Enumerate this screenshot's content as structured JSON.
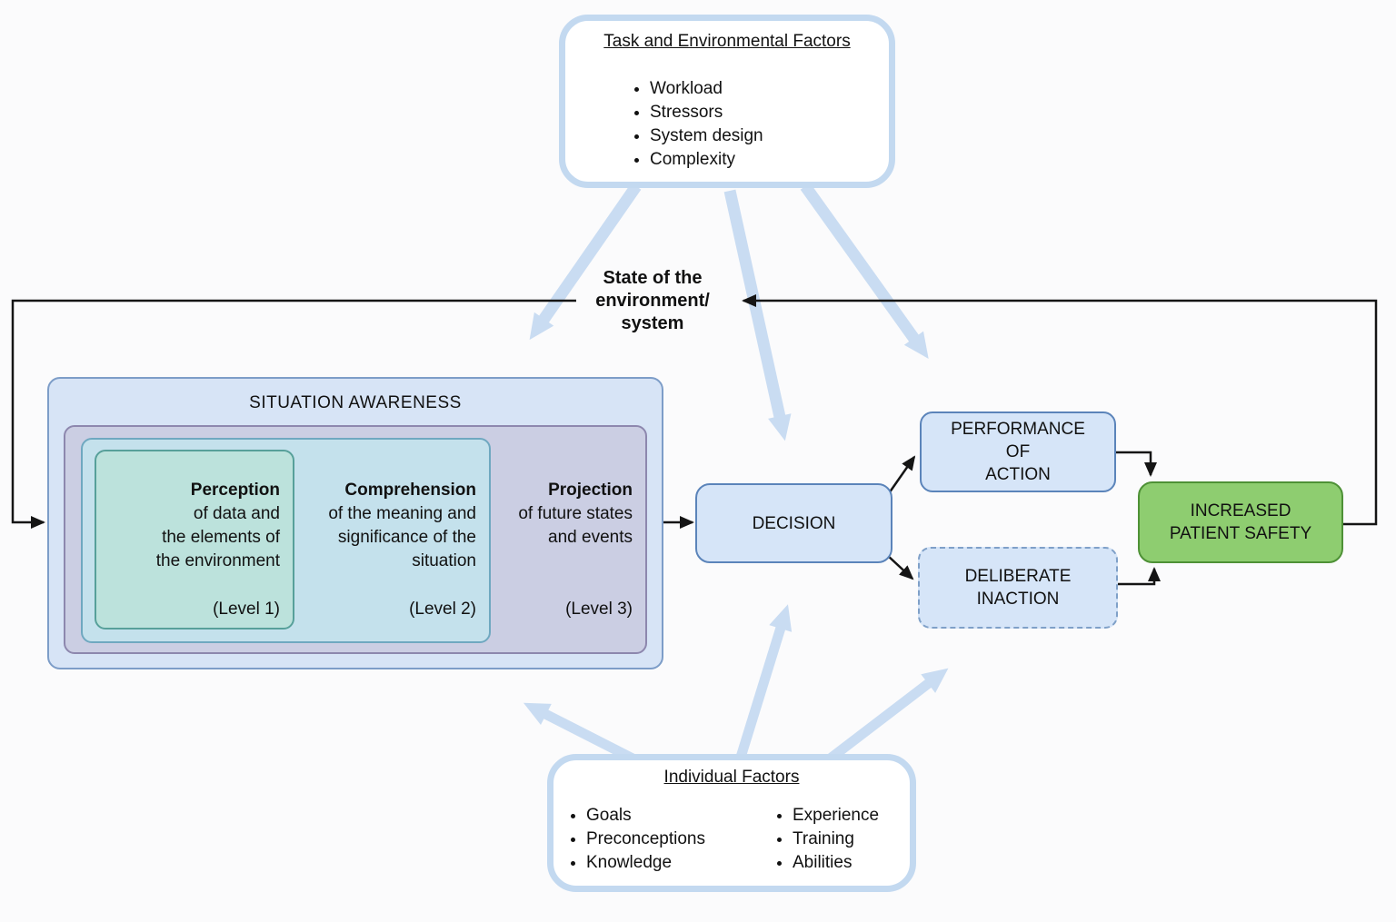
{
  "colors": {
    "factor-border": "#c3d9f0",
    "arrow-blue": "#c9dcf2",
    "sa-fill": "#d7e4f6",
    "sa-border": "#7d9dc8",
    "level3-fill": "#cbcee3",
    "level3-border": "#8d87ae",
    "level2-fill": "#c4e1ec",
    "level2-border": "#6fa8c0",
    "level1-fill": "#bce2dc",
    "level1-border": "#57a09a",
    "node-fill": "#d6e5f8",
    "node-border": "#5b84ba",
    "dashed-border": "#7fa0c8",
    "safety-fill": "#8ecd70",
    "safety-border": "#4e9136",
    "line-black": "#151515"
  },
  "task_factors": {
    "title": "Task and Environmental Factors",
    "items": [
      "Workload",
      "Stressors",
      "System design",
      "Complexity"
    ]
  },
  "state_label": {
    "lines": [
      "State of the",
      "environment/",
      "system"
    ]
  },
  "situation_awareness": {
    "title": "SITUATION AWARENESS",
    "level1": {
      "heading": "Perception",
      "lines": [
        "of data and",
        "the elements of",
        "the environment"
      ],
      "tag": "(Level 1)"
    },
    "level2": {
      "heading": "Comprehension",
      "lines": [
        "of the meaning and",
        "significance of the",
        "situation"
      ],
      "tag": "(Level 2)"
    },
    "level3": {
      "heading": "Projection",
      "lines": [
        "of future states",
        "and events"
      ],
      "tag": "(Level 3)"
    }
  },
  "decision": {
    "label": "DECISION"
  },
  "performance_of_action": {
    "lines": [
      "PERFORMANCE",
      "OF",
      "ACTION"
    ]
  },
  "deliberate_inaction": {
    "lines": [
      "DELIBERATE",
      "INACTION"
    ]
  },
  "increased_patient_safety": {
    "lines": [
      "INCREASED",
      "PATIENT SAFETY"
    ]
  },
  "individual_factors": {
    "title": "Individual Factors",
    "col1": [
      "Goals",
      "Preconceptions",
      "Knowledge"
    ],
    "col2": [
      "Experience",
      "Training",
      "Abilities"
    ]
  }
}
